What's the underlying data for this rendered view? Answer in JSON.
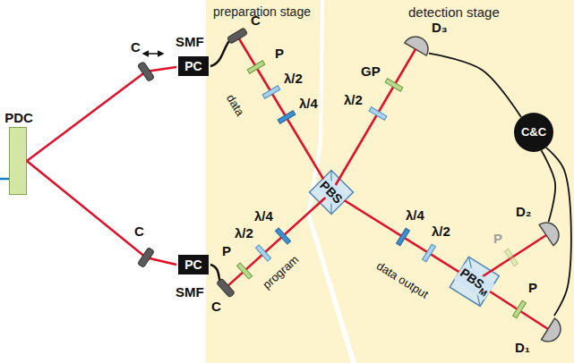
{
  "diagram": {
    "nodes": [
      {
        "text": [
          "preparation stage"
        ]
      },
      {
        "text": [
          "detection stage"
        ]
      },
      {
        "text": [
          "PDC"
        ]
      },
      {
        "text": [
          "PC"
        ]
      },
      {
        "text": [
          "PC"
        ]
      },
      {
        "text": [
          "PBS"
        ]
      },
      {
        "text": [
          "D₃"
        ],
        "in": 1
      },
      {
        "text": [
          "C&C"
        ],
        "in": 1
      },
      {
        "text": [
          "D₂"
        ],
        "in": 1
      },
      {
        "text": [
          "PBS",
          "M"
        ],
        "in": 1
      },
      {
        "text": [
          "D₁"
        ],
        "in": 1
      }
    ],
    "edges": [
      {
        "from": 6,
        "to": 7,
        "arrow": "none"
      },
      {
        "from": 8,
        "to": 7,
        "arrow": "none"
      },
      {
        "from": 10,
        "to": 7,
        "arrow": "none"
      }
    ],
    "labels": [
      "C",
      "C",
      "SMF",
      "SMF",
      "C",
      "P",
      "λ/2",
      "λ/4",
      "data",
      "C",
      "P",
      "λ/2",
      "λ/4",
      "program",
      "λ/2",
      "GP",
      "λ/4",
      "λ/2",
      "P",
      "P",
      "data output"
    ]
  }
}
